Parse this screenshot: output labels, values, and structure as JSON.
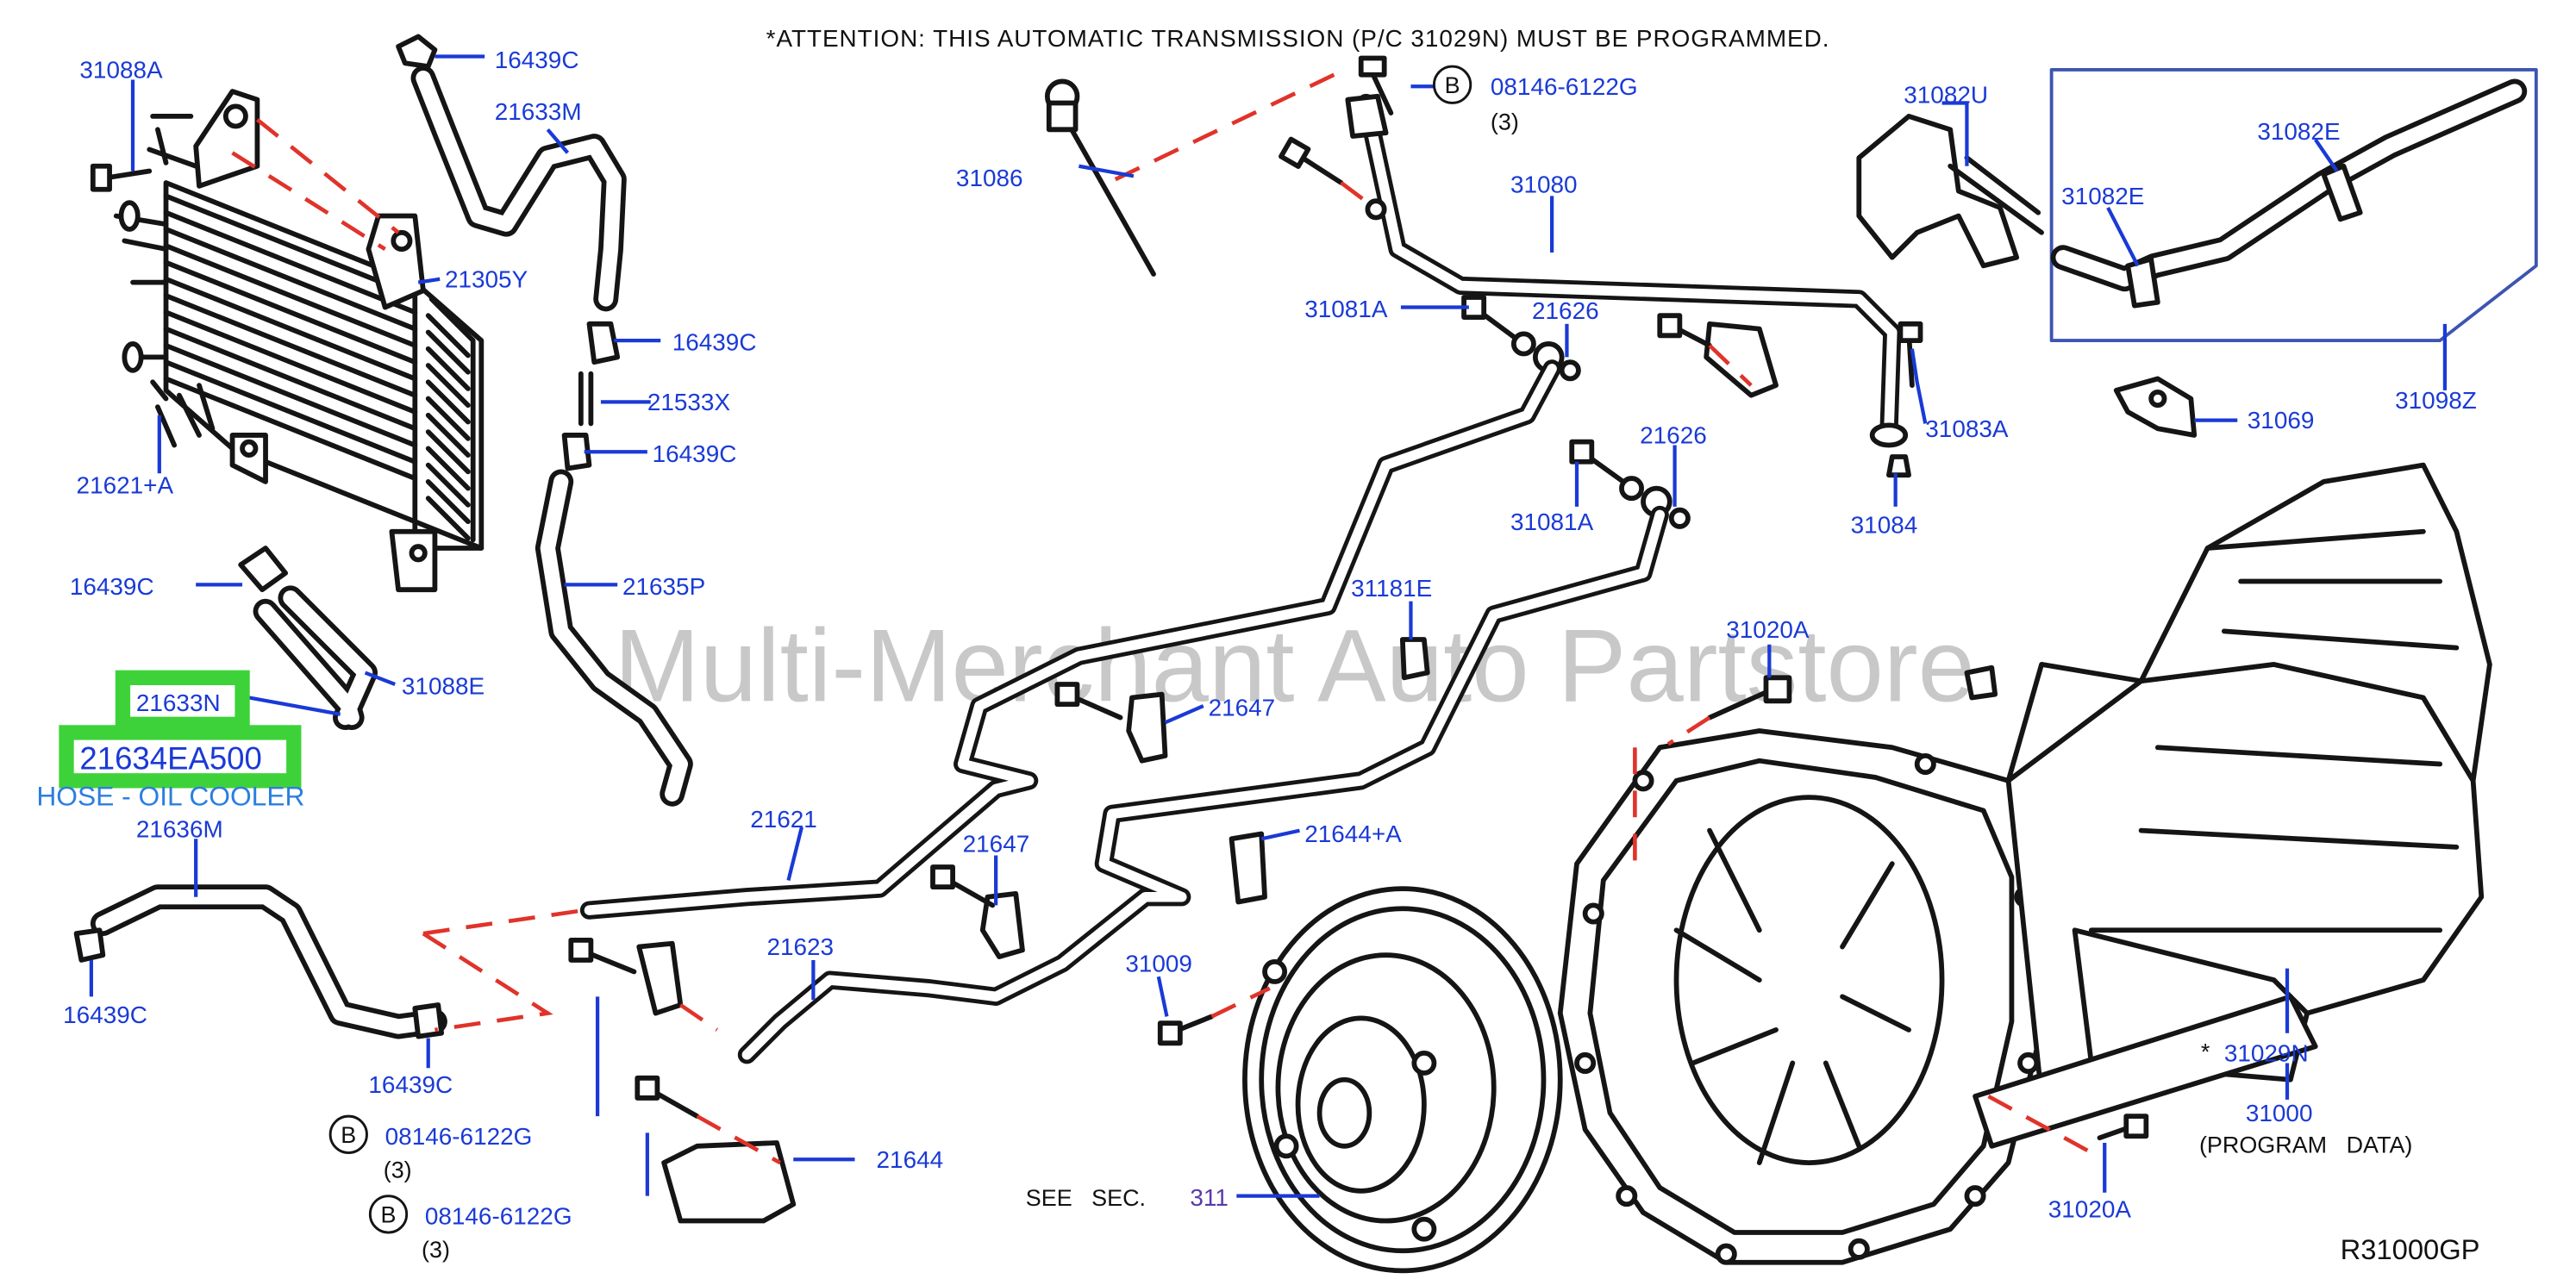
{
  "attention": "*ATTENTION:  THIS  AUTOMATIC  TRANSMISSION  (P/C  31029N)  MUST  BE  PROGRAMMED.",
  "watermark": "Multi-Merchant Auto Partstore",
  "diagram_code": "R31000GP",
  "highlight": {
    "part_number": "21634EA500",
    "description": "HOSE - OIL COOLER",
    "part_ref": "21633N",
    "color": "#3ed23a"
  },
  "colors": {
    "part_label": "#1a3ad6",
    "phantom_line": "#e0332a",
    "drawing": "#151515"
  },
  "labels": {
    "p31088A": "31088A",
    "p16439C_a": "16439C",
    "p21633M": "21633M",
    "p21305Y": "21305Y",
    "p16439C_b": "16439C",
    "p21533X": "21533X",
    "p16439C_c": "16439C",
    "p21621A": "21621+A",
    "p21635P": "21635P",
    "p16439C_d": "16439C",
    "p31088E": "31088E",
    "p21636M": "21636M",
    "p16439C_e": "16439C",
    "p16439C_f": "16439C",
    "bolt1": "08146-6122G",
    "bolt1_qty": "(3)",
    "bolt2": "08146-6122G",
    "bolt2_qty": "(3)",
    "bolt3": "08146-6122G",
    "bolt3_qty": "(3)",
    "b_marker": "B",
    "p31086": "31086",
    "p31080": "31080",
    "p31081A_a": "31081A",
    "p21626_a": "21626",
    "p21626_b": "21626",
    "p31081A_b": "31081A",
    "p31181E": "31181E",
    "p21647_a": "21647",
    "p21647_b": "21647",
    "p21621": "21621",
    "p21623": "21623",
    "p21644A": "21644+A",
    "p31009": "31009",
    "p21644": "21644",
    "see_sec": "SEE   SEC.",
    "p311": "311",
    "p31082U": "31082U",
    "p31082E_a": "31082E",
    "p31082E_b": "31082E",
    "p31083A": "31083A",
    "p31084": "31084",
    "p31069": "31069",
    "p31098Z": "31098Z",
    "p31020A_a": "31020A",
    "p31020A_b": "31020A",
    "p31029N": "31029N",
    "asterisk": "*",
    "p31000": "31000",
    "program_data": "(PROGRAM   DATA)"
  }
}
